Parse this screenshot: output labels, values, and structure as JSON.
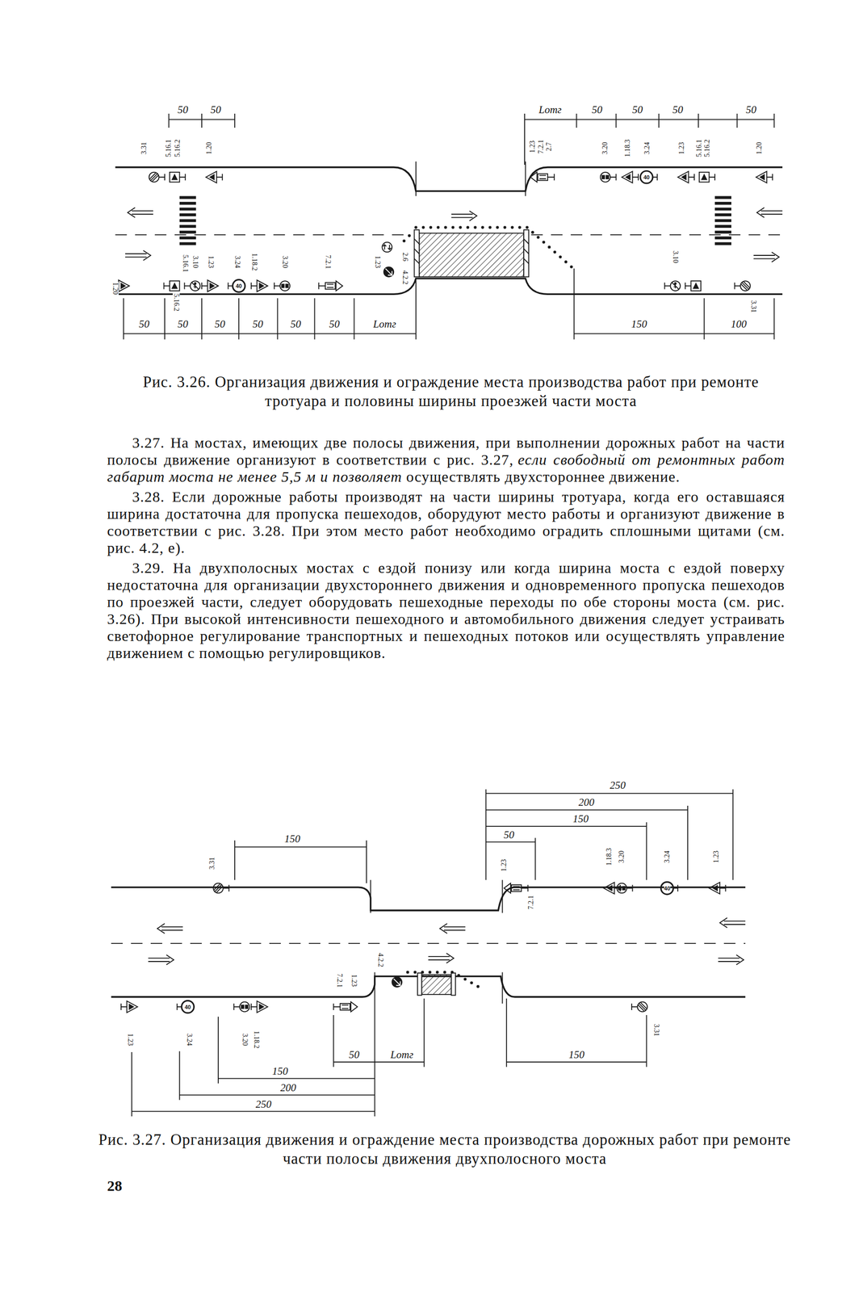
{
  "diagram": {
    "labels": [
      "50",
      "50",
      "3.31",
      "5.16.1",
      "5.16.2",
      "1.20",
      "Lотг",
      "50",
      "50",
      "50",
      "50",
      "1.23",
      "7.2.1",
      "2.7",
      "3.20",
      "1.18.3",
      "3.24",
      "1.23",
      "5.16.1",
      "5.16.2",
      "1.20",
      "1.20",
      "5.16.2",
      "5.16.1",
      "3.10",
      "1.23",
      "3.24",
      "1.18.2",
      "3.20",
      "7.2.1",
      "1.23",
      "2.6",
      "4.2.2",
      "3.10",
      "3.31",
      "50",
      "50",
      "50",
      "50",
      "50",
      "50",
      "Lотг",
      "150",
      "100",
      "Рис. 3.26. Организация движения и ограждение места производства работ при ремонте тротуара и половины ширины проезжей части моста",
      "3.27. На мостах, имеющих две полосы движения, при выполнении дорожных работ на части полосы движение организуют в соответствии с рис. 3.27,",
      "если свободный от ремонтных работ габарит моста не менее 5,5 м и позволяет",
      "осуществлять двухстороннее движение.",
      "3.28. Если дорожные работы производят на части ширины тротуара, когда его оставшаяся ширина достаточна для пропуска пешеходов, оборудуют место работы и организуют движение в соответствии с рис. 3.28. При этом место работ необходимо оградить сплошными щитами (см. рис. 4.2, е).",
      "3.29. На двухполосных мостах с ездой понизу или когда ширина моста с ездой поверху недостаточна для организации двухстороннего движения и одновременного пропуска пешеходов по проезжей части, следует оборудовать пешеходные переходы по обе стороны моста (см. рис. 3.26). При высокой интенсивности пешеходного и автомобильного движения следует устраивать светофорное регулирование транспортных и пешеходных потоков или осуществлять управление движением с помощью регулировщиков.",
      "250",
      "200",
      "150",
      "50",
      "150",
      "3.31",
      "1.23",
      "7.2.1",
      "1.18.3",
      "3.20",
      "3.24",
      "1.23",
      "1.23",
      "3.24",
      "3.20",
      "1.18.2",
      "7.2.1",
      "1.23",
      "4.2.2",
      "3.31",
      "50",
      "Lотг",
      "150",
      "200",
      "250",
      "150",
      "Рис. 3.27. Организация движения и ограждение места производства дорожных работ при ремонте части полосы движения двухполосного моста",
      "28",
      "40",
      "40",
      "40",
      "40"
    ]
  }
}
